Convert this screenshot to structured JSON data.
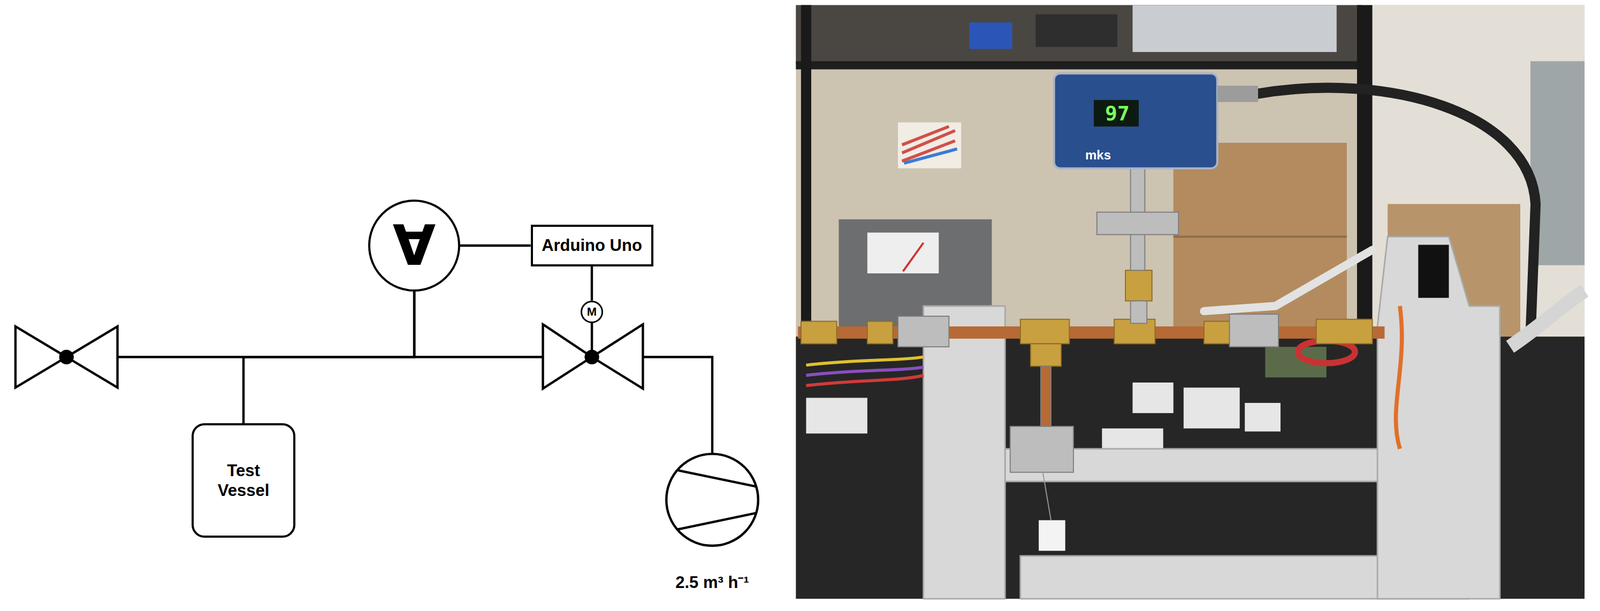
{
  "diagram": {
    "nodes": [
      {
        "text": [
          "∀"
        ]
      },
      {
        "text": [
          "Arduino Uno"
        ]
      },
      {
        "text": [
          "M"
        ]
      },
      {
        "text": [
          "Test Vessel"
        ]
      }
    ],
    "edges": [
      {
        "from": 0,
        "to": 1,
        "arrow": "none"
      },
      {
        "from": 1,
        "to": 2,
        "arrow": "none"
      },
      {
        "from": 3,
        "to": 0,
        "arrow": "none"
      }
    ],
    "labels": [
      "2.5 m³ h⁻¹",
      "97",
      "mks"
    ]
  }
}
